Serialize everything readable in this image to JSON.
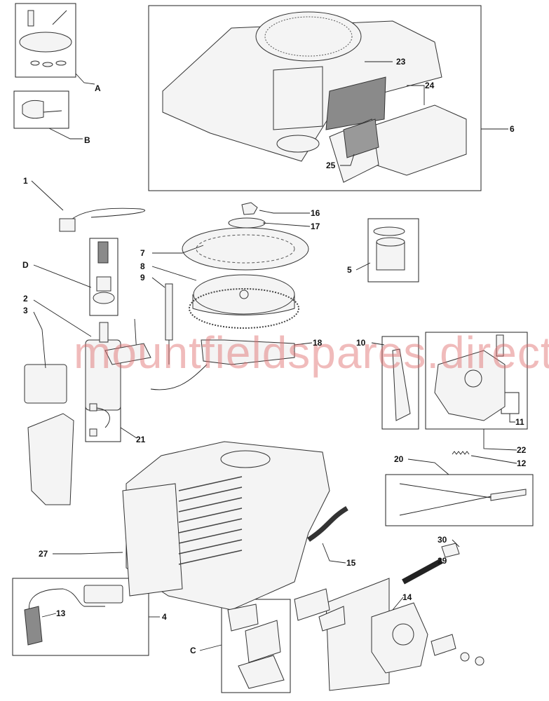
{
  "diagram": {
    "watermark": "mountfieldspares.direct",
    "callouts": {
      "A": "A",
      "B": "B",
      "C": "C",
      "D": "D",
      "p1": "1",
      "p2": "2",
      "p3": "3",
      "p4": "4",
      "p5": "5",
      "p6": "6",
      "p7": "7",
      "p8": "8",
      "p9": "9",
      "p10": "10",
      "p11": "11",
      "p12": "12",
      "p13": "13",
      "p14": "14",
      "p15": "15",
      "p16": "16",
      "p17": "17",
      "p18": "18",
      "p20": "20",
      "p21": "21",
      "p22": "22",
      "p23": "23",
      "p24": "24",
      "p25": "25",
      "p27": "27",
      "p29": "29",
      "p30": "30"
    }
  }
}
